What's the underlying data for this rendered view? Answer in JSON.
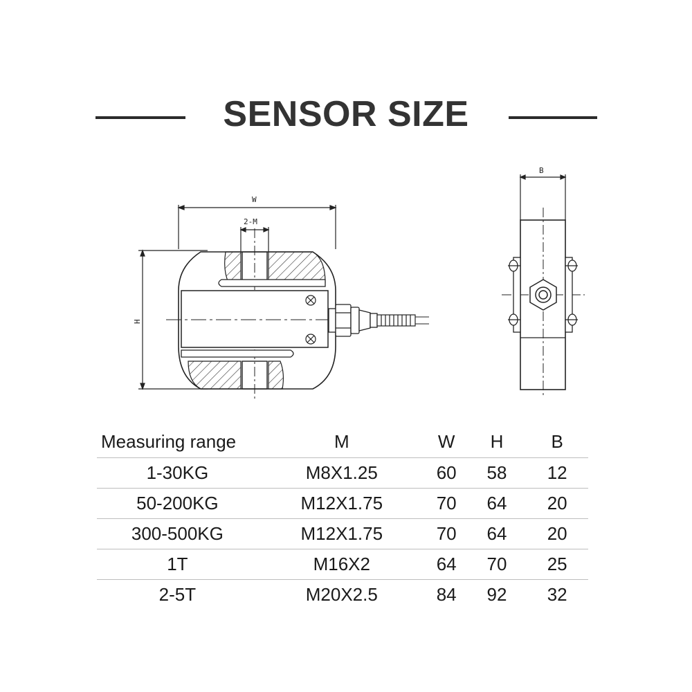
{
  "title": "SENSOR SIZE",
  "drawing": {
    "front_view": {
      "width_label": "W",
      "height_label": "H",
      "thread_label": "2-M"
    },
    "side_view": {
      "depth_label": "B"
    }
  },
  "table": {
    "headers": [
      "Measuring range",
      "M",
      "W",
      "H",
      "B"
    ],
    "rows": [
      [
        "1-30KG",
        "M8X1.25",
        "60",
        "58",
        "12"
      ],
      [
        "50-200KG",
        "M12X1.75",
        "70",
        "64",
        "20"
      ],
      [
        "300-500KG",
        "M12X1.75",
        "70",
        "64",
        "20"
      ],
      [
        "1T",
        "M16X2",
        "64",
        "70",
        "25"
      ],
      [
        "2-5T",
        "M20X2.5",
        "84",
        "92",
        "32"
      ]
    ]
  }
}
